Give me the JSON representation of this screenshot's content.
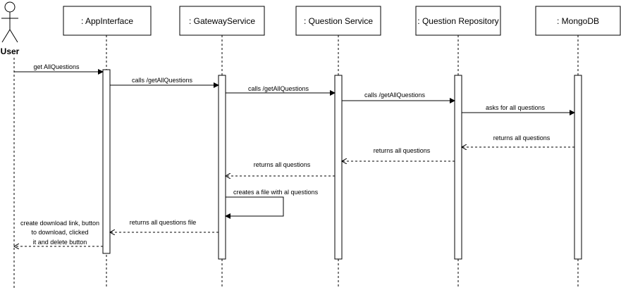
{
  "actor": {
    "label": "User",
    "icon": "stick-figure-icon"
  },
  "participants": [
    {
      "id": "app",
      "label": ": AppInterface"
    },
    {
      "id": "gateway",
      "label": ": GatewayService"
    },
    {
      "id": "question",
      "label": ": Question Service"
    },
    {
      "id": "repo",
      "label": ": Question Repository"
    },
    {
      "id": "mongo",
      "label": ": MongoDB"
    }
  ],
  "messages": [
    {
      "from": "user",
      "to": "app",
      "label": "get AllQuestions",
      "style": "solid"
    },
    {
      "from": "app",
      "to": "gateway",
      "label": "calls /getAllQuestions",
      "style": "solid"
    },
    {
      "from": "gateway",
      "to": "question",
      "label": "calls /getAllQuestions",
      "style": "solid"
    },
    {
      "from": "question",
      "to": "repo",
      "label": "calls /getAllQuestions",
      "style": "solid"
    },
    {
      "from": "repo",
      "to": "mongo",
      "label": "asks for all questions",
      "style": "solid"
    },
    {
      "from": "mongo",
      "to": "repo",
      "label": "returns all questions",
      "style": "dashed"
    },
    {
      "from": "repo",
      "to": "question",
      "label": "returns all questions",
      "style": "dashed"
    },
    {
      "from": "question",
      "to": "gateway",
      "label": "returns all questions",
      "style": "dashed"
    },
    {
      "from": "gateway",
      "to": "gateway",
      "label": "creates a file with al questions",
      "style": "self"
    },
    {
      "from": "gateway",
      "to": "app",
      "label": "returns all questions file",
      "style": "dashed"
    },
    {
      "from": "app",
      "to": "user",
      "label_lines": [
        "create download link, button",
        "to download, clicked",
        "it and delete button"
      ],
      "style": "dashed"
    }
  ]
}
